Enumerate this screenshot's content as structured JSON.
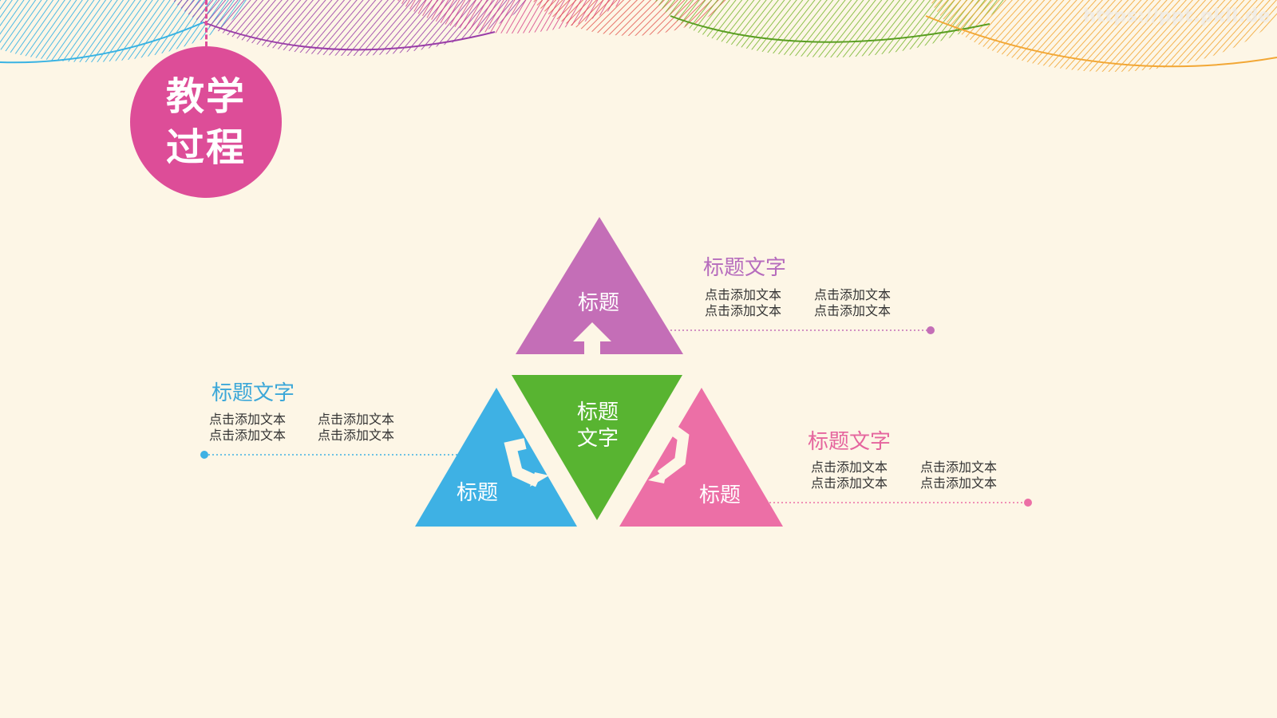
{
  "watermark": "https://ppt.pkll.de",
  "badge": {
    "title": "教学过程",
    "color": "#dd4d98"
  },
  "colors": {
    "background": "#fdf6e6",
    "purple": "#c46eb7",
    "blue": "#3eb1e4",
    "green": "#58b431",
    "pink": "#ec6fa6",
    "heading_purple": "#b66cbd",
    "heading_blue": "#3ba7d8",
    "heading_pink": "#e5659e",
    "body_text": "#333333"
  },
  "diagram": {
    "top_triangle_label": "标题",
    "left_triangle_label": "标题",
    "right_triangle_label": "标题",
    "center_triangle_label_line1": "标题",
    "center_triangle_label_line2": "文字"
  },
  "callouts": {
    "top": {
      "heading": "标题文字",
      "col1": [
        "点击添加文本",
        "点击添加文本"
      ],
      "col2": [
        "点击添加文本",
        "点击添加文本"
      ]
    },
    "left": {
      "heading": "标题文字",
      "col1": [
        "点击添加文本",
        "点击添加文本"
      ],
      "col2": [
        "点击添加文本",
        "点击添加文本"
      ]
    },
    "right": {
      "heading": "标题文字",
      "col1": [
        "点击添加文本",
        "点击添加文本"
      ],
      "col2": [
        "点击添加文本",
        "点击添加文本"
      ]
    }
  },
  "decor": {
    "scribble_colors": [
      "#39b3e3",
      "#9a3fa8",
      "#d63e86",
      "#e14b43",
      "#7ab832",
      "#f2a735"
    ]
  }
}
